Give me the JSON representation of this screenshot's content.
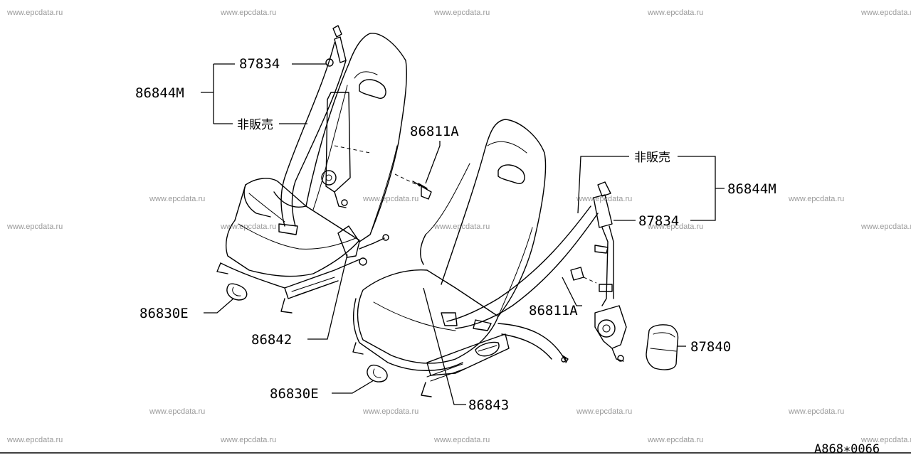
{
  "watermark": "www.epcdata.ru",
  "diagram_code": "A868∗0066",
  "labels": {
    "l_87834": "87834",
    "l_86844M": "86844M",
    "l_nonsale": "非販売",
    "l_86811A": "86811A",
    "l_86830E": "86830E",
    "l_86842": "86842",
    "r_nonsale": "非販売",
    "r_86844M": "86844M",
    "r_87834": "87834",
    "r_86811A": "86811A",
    "r_87840": "87840",
    "r_86830E": "86830E",
    "r_86843": "86843"
  }
}
